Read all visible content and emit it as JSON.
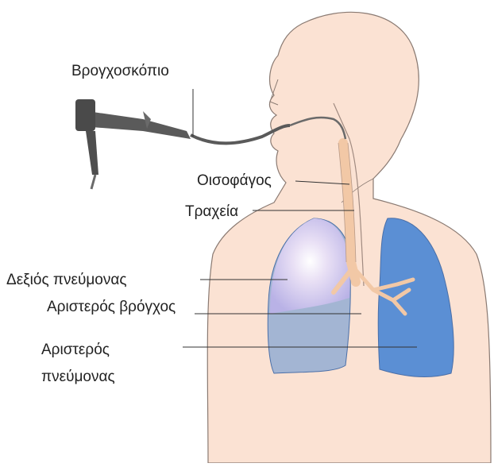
{
  "labels": {
    "bronchoscope": "Βρογχοσκόπιο",
    "esophagus": "Οισοφάγος",
    "trachea": "Τραχεία",
    "right_lung": "Δεξιός πνεύμονας",
    "left_bronchus": "Αριστερός βρόγχος",
    "left_lung_line1": "Αριστερός",
    "left_lung_line2": "πνεύμονας"
  },
  "colors": {
    "skin": "#fbe2d3",
    "skin_outline": "#8a7a72",
    "lung_blue": "#5b8fd4",
    "lung_light": "#d9c8ec",
    "airway": "#f2c8a6",
    "scope": "#5a5a5a",
    "leader_line": "#333333"
  }
}
